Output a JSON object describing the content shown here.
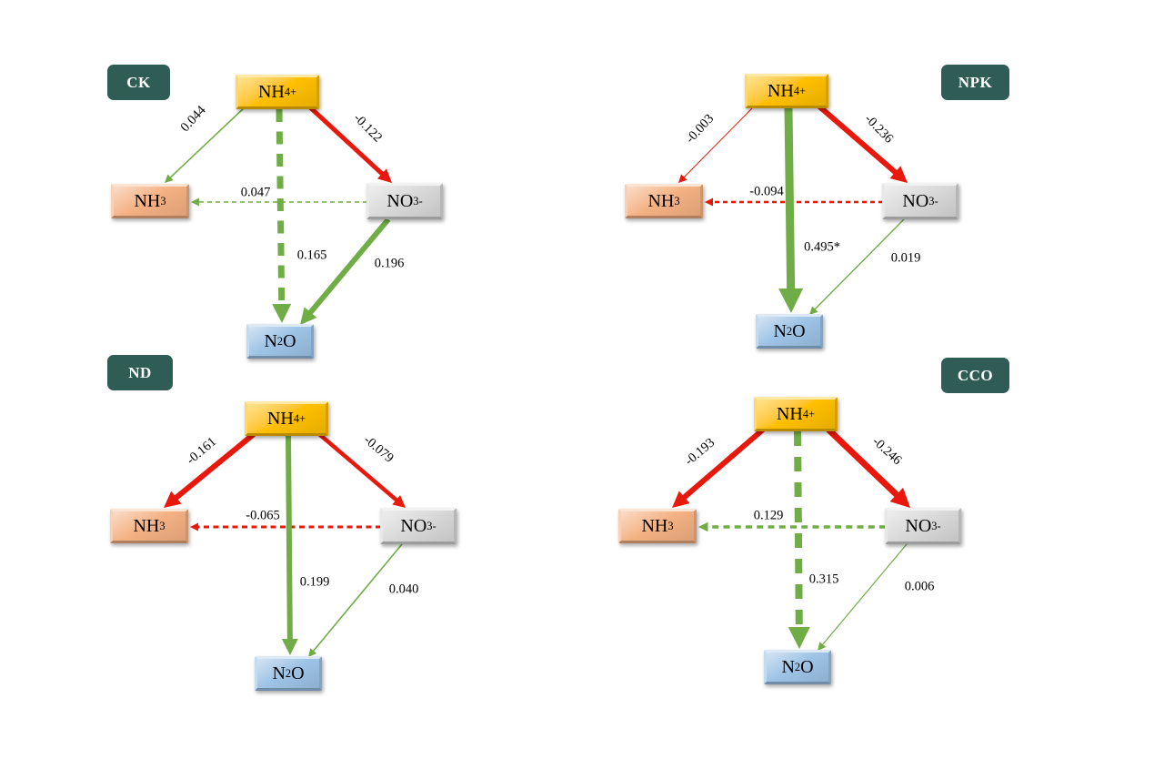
{
  "figure_name": "nitrogen-transformation-path-diagrams",
  "colors": {
    "positive": "#70ad47",
    "negative": "#e8190c",
    "panel_label_bg": "#2f5c55",
    "panel_label_text": "#ffffff",
    "edge_label": "#000000",
    "background": "#ffffff"
  },
  "node_colors": {
    "nh4": "#ffc000",
    "nh3": "#f4b183",
    "no3": "#d9d9d9",
    "n2o": "#9dc3e6"
  },
  "nodes": {
    "nh4": {
      "parts": [
        {
          "t": "NH"
        },
        {
          "sub": "4"
        },
        {
          "sup": "+"
        }
      ]
    },
    "nh3": {
      "parts": [
        {
          "t": "NH"
        },
        {
          "sub": "3"
        }
      ]
    },
    "no3": {
      "parts": [
        {
          "t": "NO"
        },
        {
          "sub": "3"
        },
        {
          "sup": "-"
        }
      ]
    },
    "n2o": {
      "parts": [
        {
          "t": "N"
        },
        {
          "sub": "2"
        },
        {
          "t": "O"
        }
      ]
    }
  },
  "panels": [
    {
      "key": "CK",
      "label": "CK",
      "edges": [
        {
          "from": "nh4",
          "to": "nh3",
          "value": "0.044",
          "sign": "pos",
          "style": "solid",
          "width": 1.6
        },
        {
          "from": "nh4",
          "to": "no3",
          "value": "-0.122",
          "sign": "neg",
          "style": "solid",
          "width": 5
        },
        {
          "from": "no3",
          "to": "nh3",
          "value": "0.047",
          "sign": "pos",
          "style": "dashed",
          "width": 1.6
        },
        {
          "from": "nh4",
          "to": "n2o",
          "value": "0.165",
          "sign": "pos",
          "style": "dashed",
          "width": 7
        },
        {
          "from": "no3",
          "to": "n2o",
          "value": "0.196",
          "sign": "pos",
          "style": "solid",
          "width": 6
        }
      ]
    },
    {
      "key": "NPK",
      "label": "NPK",
      "edges": [
        {
          "from": "nh4",
          "to": "nh3",
          "value": "-0.003",
          "sign": "neg",
          "style": "solid",
          "width": 1
        },
        {
          "from": "nh4",
          "to": "no3",
          "value": "-0.236",
          "sign": "neg",
          "style": "solid",
          "width": 6
        },
        {
          "from": "no3",
          "to": "nh3",
          "value": "-0.094",
          "sign": "neg",
          "style": "dashed",
          "width": 2.5
        },
        {
          "from": "nh4",
          "to": "n2o",
          "value": "0.495*",
          "sign": "pos",
          "style": "solid",
          "width": 9
        },
        {
          "from": "no3",
          "to": "n2o",
          "value": "0.019",
          "sign": "pos",
          "style": "solid",
          "width": 1.4
        }
      ]
    },
    {
      "key": "ND",
      "label": "ND",
      "edges": [
        {
          "from": "nh4",
          "to": "nh3",
          "value": "-0.161",
          "sign": "neg",
          "style": "solid",
          "width": 6
        },
        {
          "from": "nh4",
          "to": "no3",
          "value": "-0.079",
          "sign": "neg",
          "style": "solid",
          "width": 4.5
        },
        {
          "from": "no3",
          "to": "nh3",
          "value": "-0.065",
          "sign": "neg",
          "style": "dashed",
          "width": 3
        },
        {
          "from": "nh4",
          "to": "n2o",
          "value": "0.199",
          "sign": "pos",
          "style": "solid",
          "width": 6
        },
        {
          "from": "no3",
          "to": "n2o",
          "value": "0.040",
          "sign": "pos",
          "style": "solid",
          "width": 1.6
        }
      ]
    },
    {
      "key": "CCO",
      "label": "CCO",
      "edges": [
        {
          "from": "nh4",
          "to": "nh3",
          "value": "-0.193",
          "sign": "neg",
          "style": "solid",
          "width": 6
        },
        {
          "from": "nh4",
          "to": "no3",
          "value": "-0.246",
          "sign": "neg",
          "style": "solid",
          "width": 7
        },
        {
          "from": "no3",
          "to": "nh3",
          "value": "0.129",
          "sign": "pos",
          "style": "dashed",
          "width": 3.5
        },
        {
          "from": "nh4",
          "to": "n2o",
          "value": "0.315",
          "sign": "pos",
          "style": "dashed",
          "width": 8
        },
        {
          "from": "no3",
          "to": "n2o",
          "value": "0.006",
          "sign": "pos",
          "style": "solid",
          "width": 1.2
        }
      ]
    }
  ]
}
